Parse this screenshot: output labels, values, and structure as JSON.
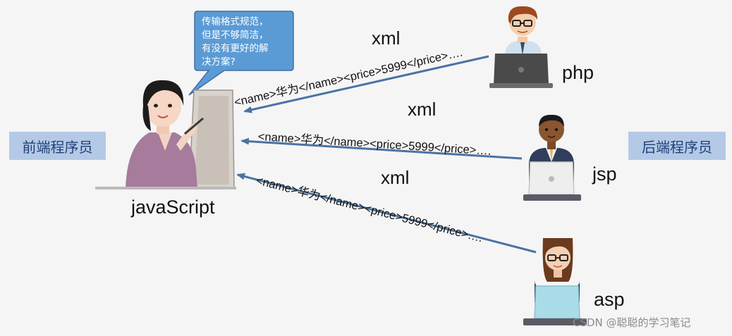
{
  "bubble": {
    "lines": [
      "传输格式规范，",
      "但是不够简洁，",
      "有没有更好的解",
      "决方案?"
    ]
  },
  "frontend": {
    "role_label": "前端程序员",
    "caption": "javaScript"
  },
  "backend": {
    "role_label": "后端程序员"
  },
  "servers": [
    {
      "name": "php",
      "format_label": "xml",
      "payload": "<name>华为</name><price>5999</price>…."
    },
    {
      "name": "jsp",
      "format_label": "xml",
      "payload": "<name>华为</name><price>5999</price>…."
    },
    {
      "name": "asp",
      "format_label": "xml",
      "payload": "<name>华为</name><price>5999</price>…."
    }
  ],
  "watermark": "CSDN @聪聪的学习笔记",
  "colors": {
    "arrow": "#4a73a4",
    "role_box": "#b4c9e6",
    "bubble": "#5b9bd5"
  }
}
